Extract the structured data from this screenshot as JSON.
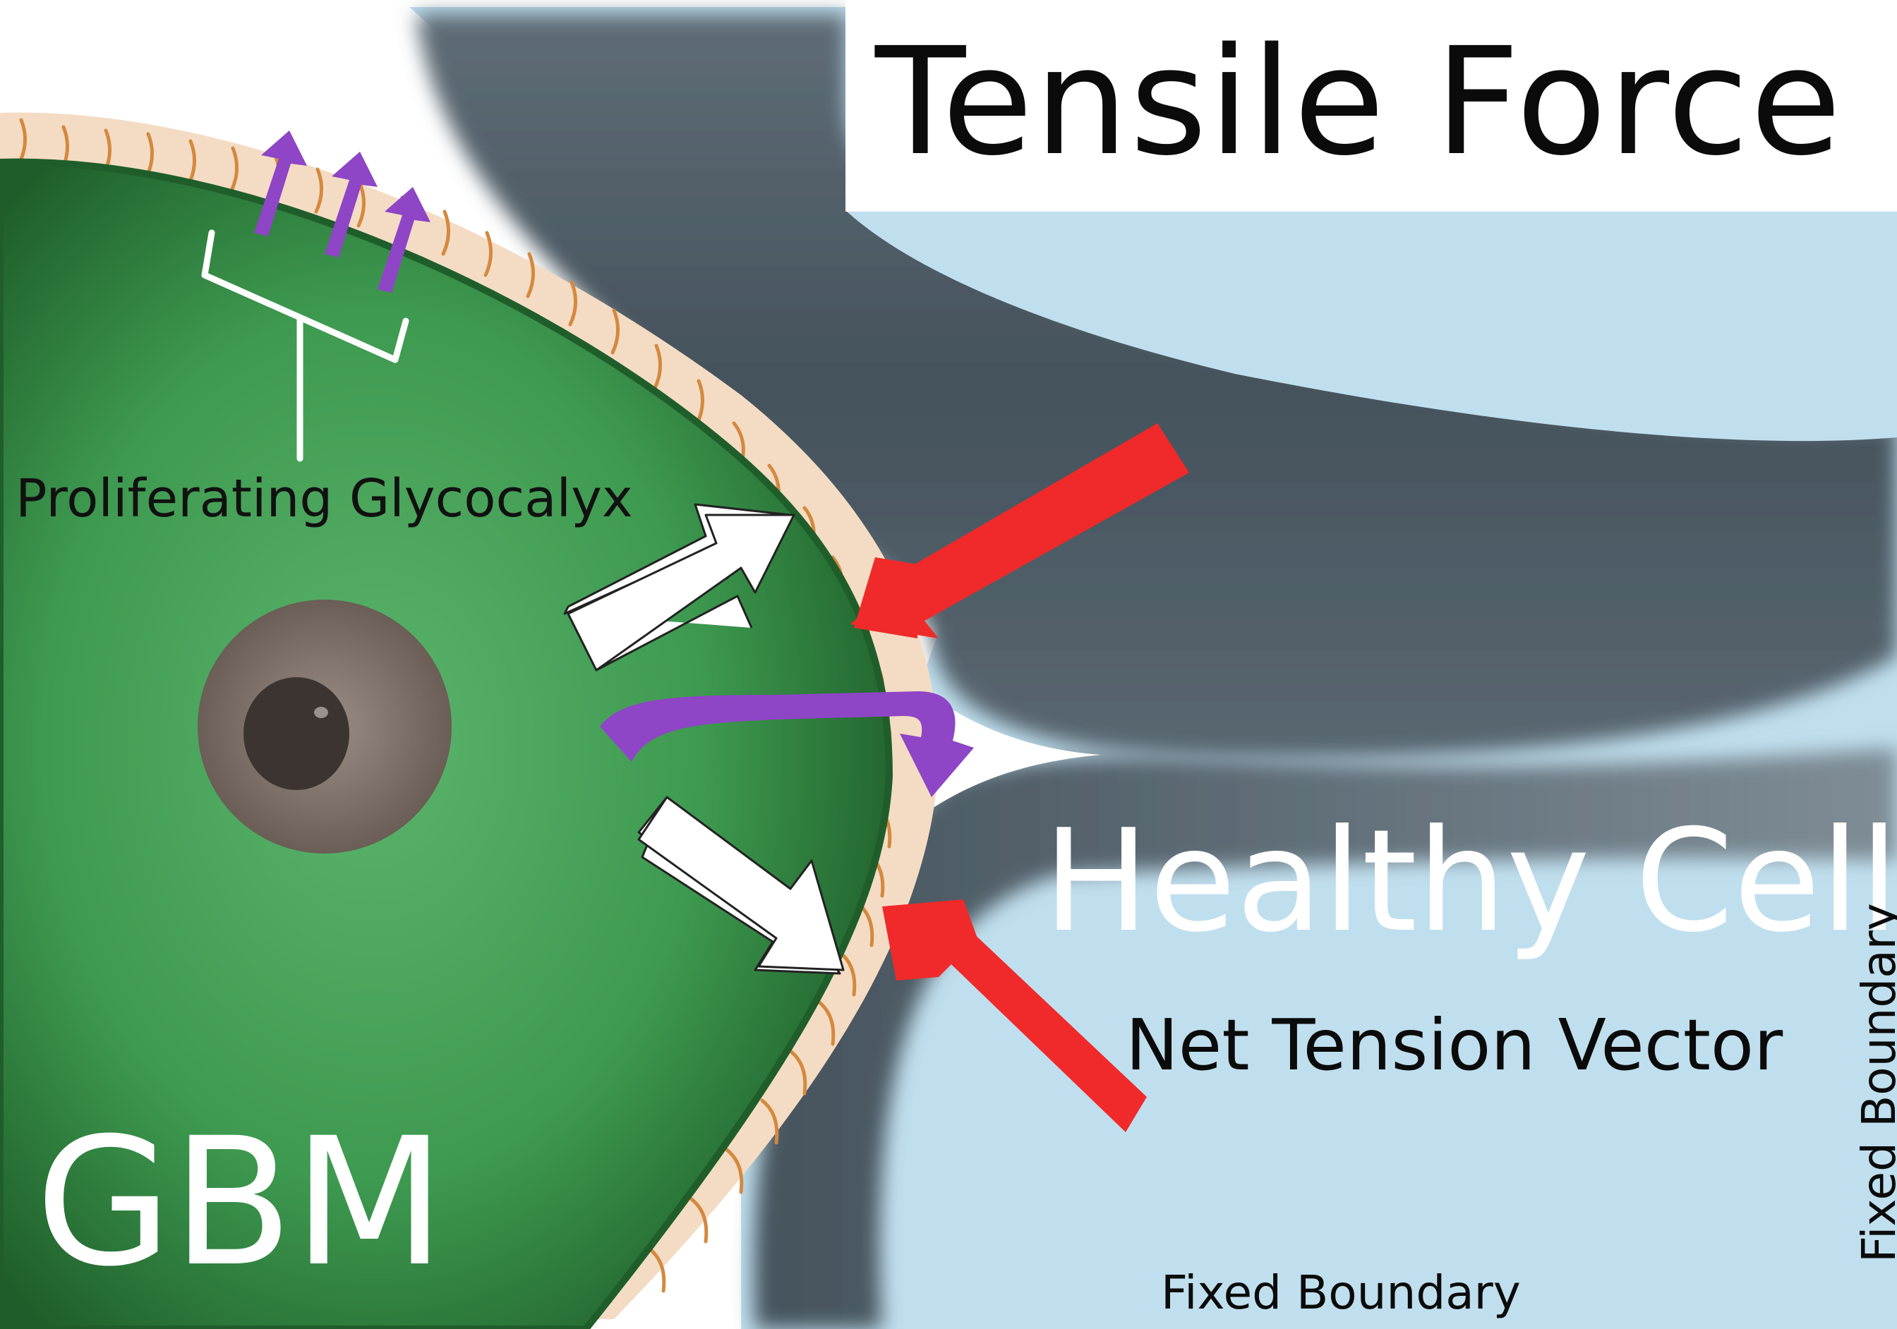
{
  "labels": {
    "title": "Tensile Force",
    "healthy_cell": "Healthy Cell",
    "net_tension_vector": "Net Tension Vector",
    "proliferating_glycocalyx": "Proliferating Glycocalyx",
    "gbm": "GBM",
    "fixed_boundary_bottom": "Fixed Boundary",
    "fixed_boundary_right": "Fixed Boundary"
  },
  "colors": {
    "background_fluid": "#c0dfee",
    "healthy_cell_membrane": "#4d5c66",
    "gbm_cell": "#3d9a4f",
    "gbm_cell_edge": "#1f5e2a",
    "nucleus_outer": "#7a6e66",
    "nucleus_inner": "#3c3431",
    "glycocalyx": "#d4893f",
    "tension_arrow": "#f02a2a",
    "glycocalyx_push_arrow": "#8e45c6",
    "expansion_arrow": "#ffffff"
  }
}
